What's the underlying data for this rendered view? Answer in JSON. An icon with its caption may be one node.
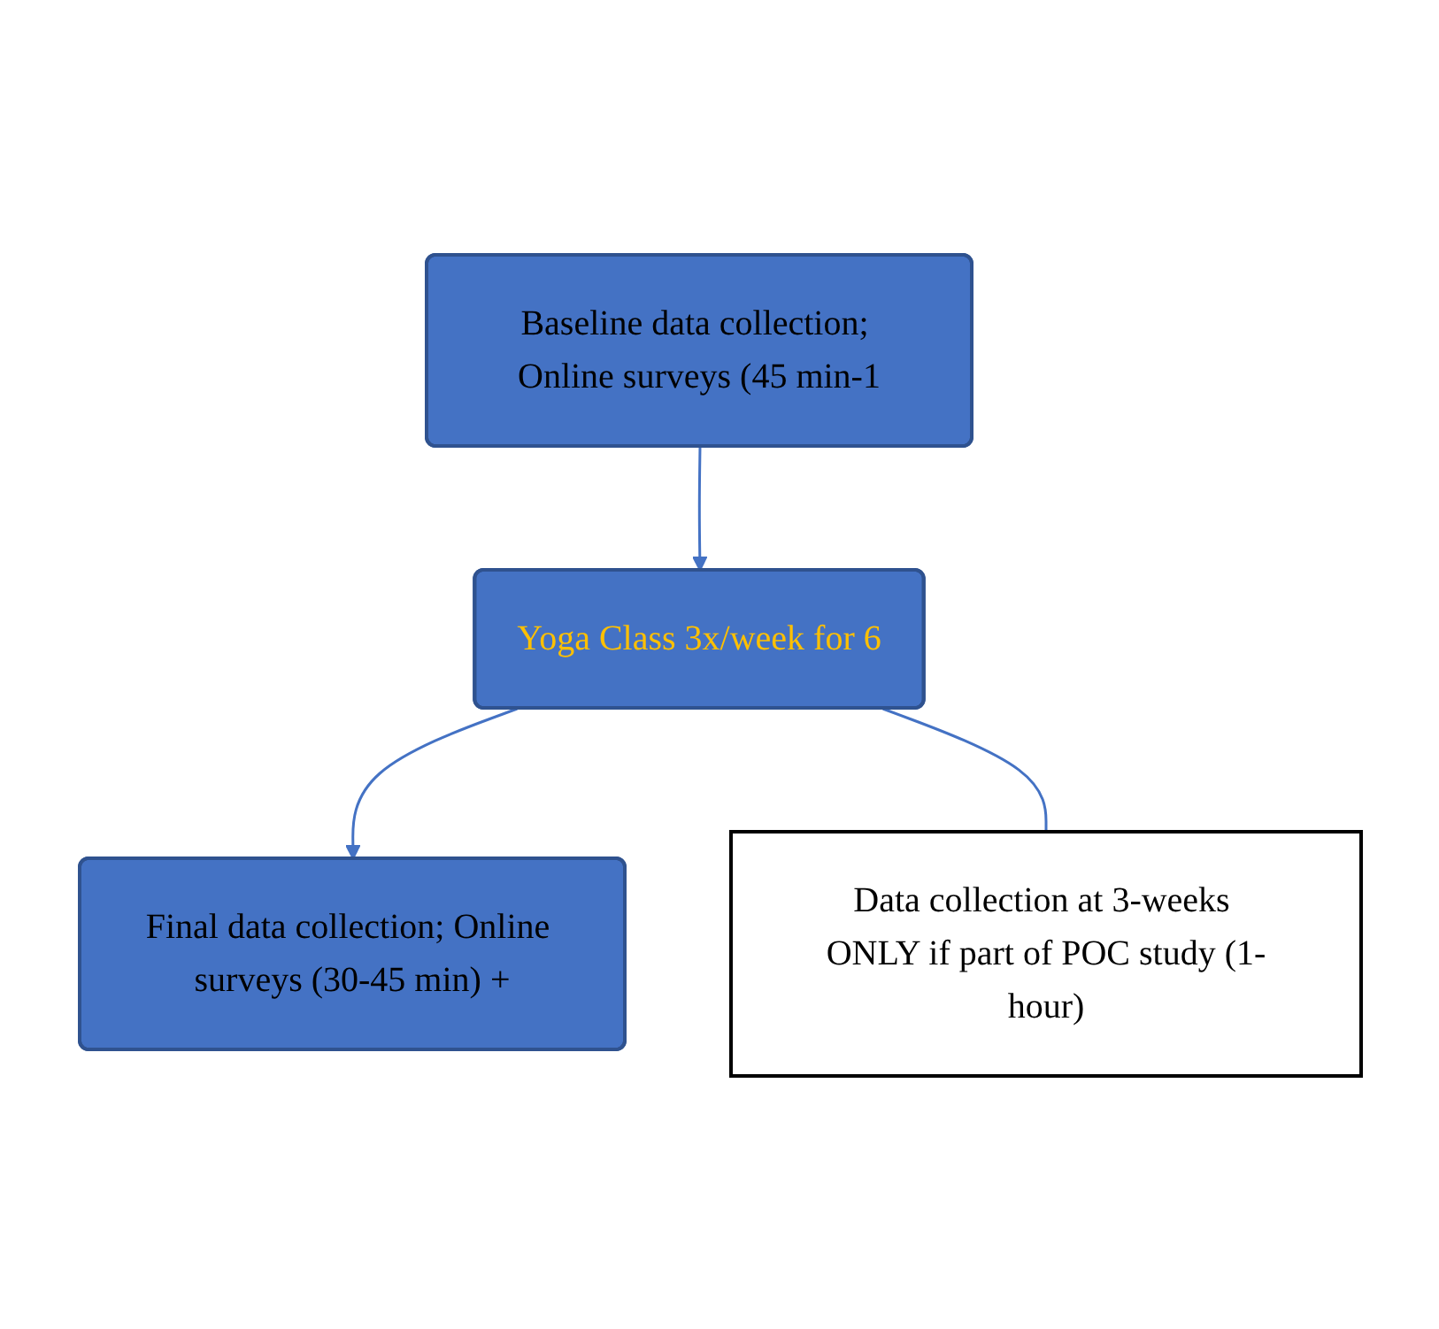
{
  "diagram": {
    "nodes": [
      {
        "text": [
          "Baseline data collection; Online surveys (45 min-1"
        ]
      },
      {
        "text": [
          "Yoga Class 3x/week for 6"
        ]
      },
      {
        "text": [
          "Data collection at 3-weeks ONLY if part of POC study (1-hour)"
        ]
      },
      {
        "text": [
          "Final data collection; Online surveys (30-45 min) +"
        ]
      }
    ],
    "edges": [
      {
        "from": 0,
        "to": 1,
        "arrow": "to"
      },
      {
        "from": 1,
        "to": 3,
        "arrow": "to"
      },
      {
        "from": 1,
        "to": 2,
        "arrow": "none"
      }
    ]
  }
}
